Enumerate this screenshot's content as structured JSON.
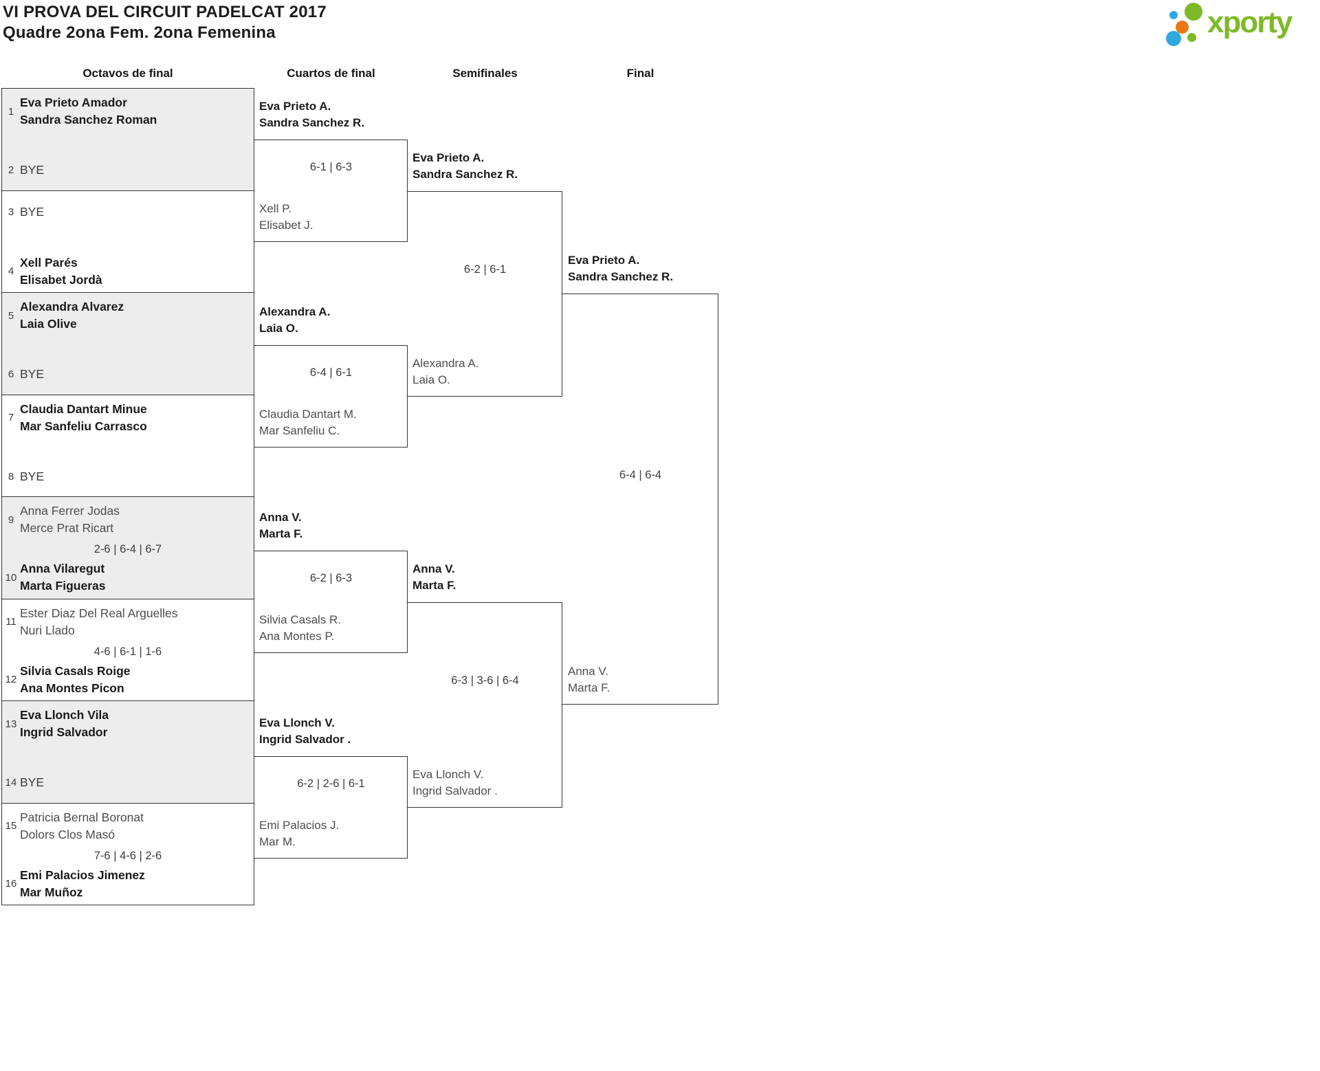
{
  "header": {
    "title_line1": "VI PROVA DEL CIRCUIT PADELCAT 2017",
    "title_line2": "Quadre 2ona Fem. 2ona Femenina",
    "logo_text": "xporty"
  },
  "columns": {
    "octavos": "Octavos de final",
    "cuartos": "Cuartos de final",
    "semifinales": "Semifinales",
    "final": "Final"
  },
  "colors": {
    "logo_green": "#7db928",
    "logo_blue": "#2ea9e0",
    "logo_orange": "#e97817",
    "box_gray": "#ededed",
    "line": "#343434"
  },
  "bracket": {
    "r16": [
      {
        "top": {
          "seed": "1",
          "p1": "Eva Prieto Amador",
          "p2": "Sandra Sanchez Roman"
        },
        "score": "",
        "bottom": {
          "seed": "2",
          "p1": "BYE",
          "p2": ""
        }
      },
      {
        "top": {
          "seed": "3",
          "p1": "BYE",
          "p2": ""
        },
        "score": "",
        "bottom": {
          "seed": "4",
          "p1": "Xell Parés",
          "p2": "Elisabet Jordà"
        }
      },
      {
        "top": {
          "seed": "5",
          "p1": "Alexandra Alvarez",
          "p2": "Laia Olive"
        },
        "score": "",
        "bottom": {
          "seed": "6",
          "p1": "BYE",
          "p2": ""
        }
      },
      {
        "top": {
          "seed": "7",
          "p1": "Claudia Dantart Minue",
          "p2": "Mar Sanfeliu Carrasco"
        },
        "score": "",
        "bottom": {
          "seed": "8",
          "p1": "BYE",
          "p2": ""
        }
      },
      {
        "top": {
          "seed": "9",
          "p1": "Anna Ferrer Jodas",
          "p2": "Merce Prat Ricart"
        },
        "score": "2-6 | 6-4 | 6-7",
        "bottom": {
          "seed": "10",
          "p1": "Anna Vilaregut",
          "p2": "Marta Figueras"
        }
      },
      {
        "top": {
          "seed": "11",
          "p1": "Ester Diaz Del Real Arguelles",
          "p2": "Nuri Llado"
        },
        "score": "4-6 | 6-1 | 1-6",
        "bottom": {
          "seed": "12",
          "p1": "Silvia Casals Roige",
          "p2": "Ana Montes Picon"
        }
      },
      {
        "top": {
          "seed": "13",
          "p1": "Eva Llonch Vila",
          "p2": "Ingrid Salvador"
        },
        "score": "",
        "bottom": {
          "seed": "14",
          "p1": "BYE",
          "p2": ""
        }
      },
      {
        "top": {
          "seed": "15",
          "p1": "Patricia Bernal Boronat",
          "p2": "Dolors Clos Masó"
        },
        "score": "7-6 | 4-6 | 2-6",
        "bottom": {
          "seed": "16",
          "p1": "Emi Palacios Jimenez",
          "p2": "Mar Muñoz"
        }
      }
    ],
    "qf": [
      {
        "top": {
          "p1": "Eva Prieto A.",
          "p2": "Sandra Sanchez R."
        },
        "score": "6-1 | 6-3",
        "bottom": {
          "p1": "Xell P.",
          "p2": "Elisabet J."
        }
      },
      {
        "top": {
          "p1": "Alexandra A.",
          "p2": "Laia O."
        },
        "score": "6-4 | 6-1",
        "bottom": {
          "p1": "Claudia Dantart M.",
          "p2": "Mar Sanfeliu C."
        }
      },
      {
        "top": {
          "p1": "Anna V.",
          "p2": "Marta F."
        },
        "score": "6-2 | 6-3",
        "bottom": {
          "p1": "Silvia Casals R.",
          "p2": "Ana Montes P."
        }
      },
      {
        "top": {
          "p1": "Eva Llonch V.",
          "p2": "Ingrid Salvador ."
        },
        "score": "6-2 | 2-6 | 6-1",
        "bottom": {
          "p1": "Emi Palacios J.",
          "p2": "Mar M."
        }
      }
    ],
    "sf": [
      {
        "top": {
          "p1": "Eva Prieto A.",
          "p2": "Sandra Sanchez R."
        },
        "score": "6-2 | 6-1",
        "bottom": {
          "p1": "Alexandra A.",
          "p2": "Laia O."
        }
      },
      {
        "top": {
          "p1": "Anna V.",
          "p2": "Marta F."
        },
        "score": "6-3 | 3-6 | 6-4",
        "bottom": {
          "p1": "Eva Llonch V.",
          "p2": "Ingrid Salvador ."
        }
      }
    ],
    "final": {
      "top": {
        "p1": "Eva Prieto A.",
        "p2": "Sandra Sanchez R."
      },
      "score": "6-4 | 6-4",
      "bottom": {
        "p1": "Anna V.",
        "p2": "Marta F."
      }
    }
  }
}
